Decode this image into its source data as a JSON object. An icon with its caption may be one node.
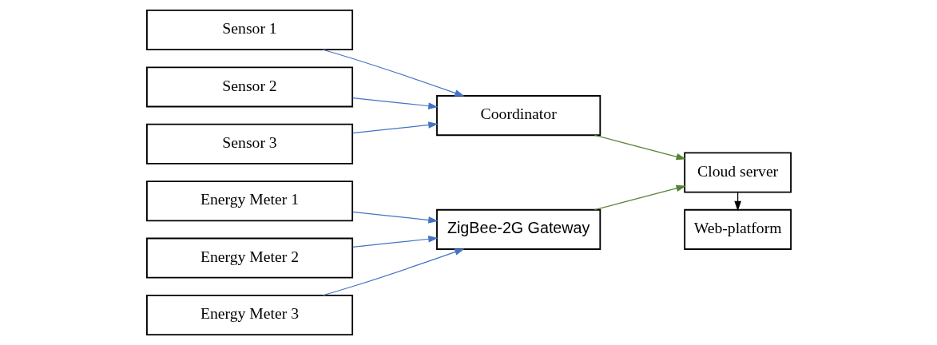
{
  "diagram": {
    "nodes": [
      {
        "text": [
          "Sensor 1"
        ]
      },
      {
        "text": [
          "Sensor 2"
        ]
      },
      {
        "text": [
          "Sensor 3"
        ]
      },
      {
        "text": [
          "Energy Meter 1"
        ]
      },
      {
        "text": [
          "Energy Meter 2"
        ]
      },
      {
        "text": [
          "Energy Meter 3"
        ]
      },
      {
        "text": [
          "Coordinator"
        ]
      },
      {
        "text": [
          "ZigBee-2G Gateway"
        ]
      },
      {
        "text": [
          "Cloud server"
        ]
      },
      {
        "text": [
          "Web-platform"
        ]
      }
    ],
    "edges": [
      {
        "from": 0,
        "to": 6,
        "arrow": "to"
      },
      {
        "from": 1,
        "to": 6,
        "arrow": "to"
      },
      {
        "from": 2,
        "to": 6,
        "arrow": "to"
      },
      {
        "from": 3,
        "to": 7,
        "arrow": "to"
      },
      {
        "from": 4,
        "to": 7,
        "arrow": "to"
      },
      {
        "from": 5,
        "to": 7,
        "arrow": "to"
      },
      {
        "from": 6,
        "to": 8,
        "arrow": "to",
        "color": "#548235"
      },
      {
        "from": 7,
        "to": 8,
        "arrow": "to",
        "color": "#548235"
      },
      {
        "from": 8,
        "to": 9,
        "arrow": "to",
        "color": "#000000"
      }
    ]
  }
}
